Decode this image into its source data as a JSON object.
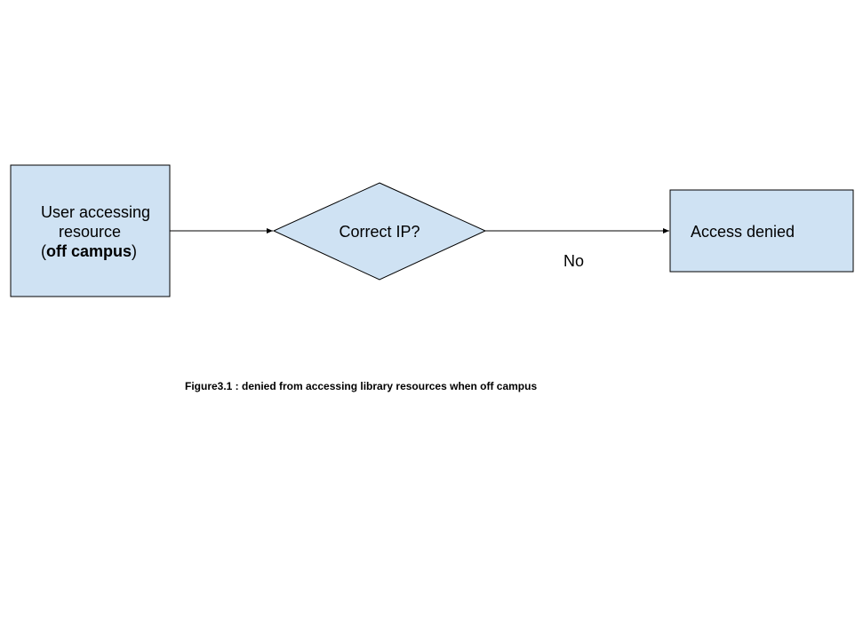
{
  "diagram": {
    "nodes": {
      "user": {
        "line1": "User accessing",
        "line2": "resource",
        "open_paren": "(",
        "bold_text": "off campus",
        "close_paren": ")"
      },
      "decision": {
        "label": "Correct IP?"
      },
      "denied": {
        "label": "Access denied"
      }
    },
    "edges": {
      "no_label": "No"
    },
    "caption": "Figure3.1 : denied from accessing library resources when off campus"
  },
  "colors": {
    "node_fill": "#cfe2f3",
    "stroke": "#000000"
  }
}
